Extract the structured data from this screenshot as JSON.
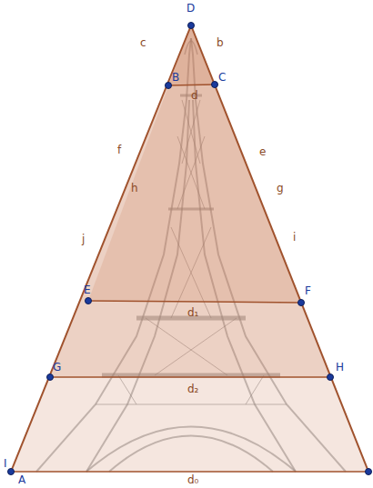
{
  "diagram": {
    "labels": [
      "D",
      "c",
      "b",
      "B",
      "C",
      "d",
      "f",
      "e",
      "h",
      "g",
      "j",
      "i",
      "E",
      "F",
      "d₁",
      "G",
      "H",
      "d₂",
      "I",
      "A",
      "d₀"
    ]
  }
}
